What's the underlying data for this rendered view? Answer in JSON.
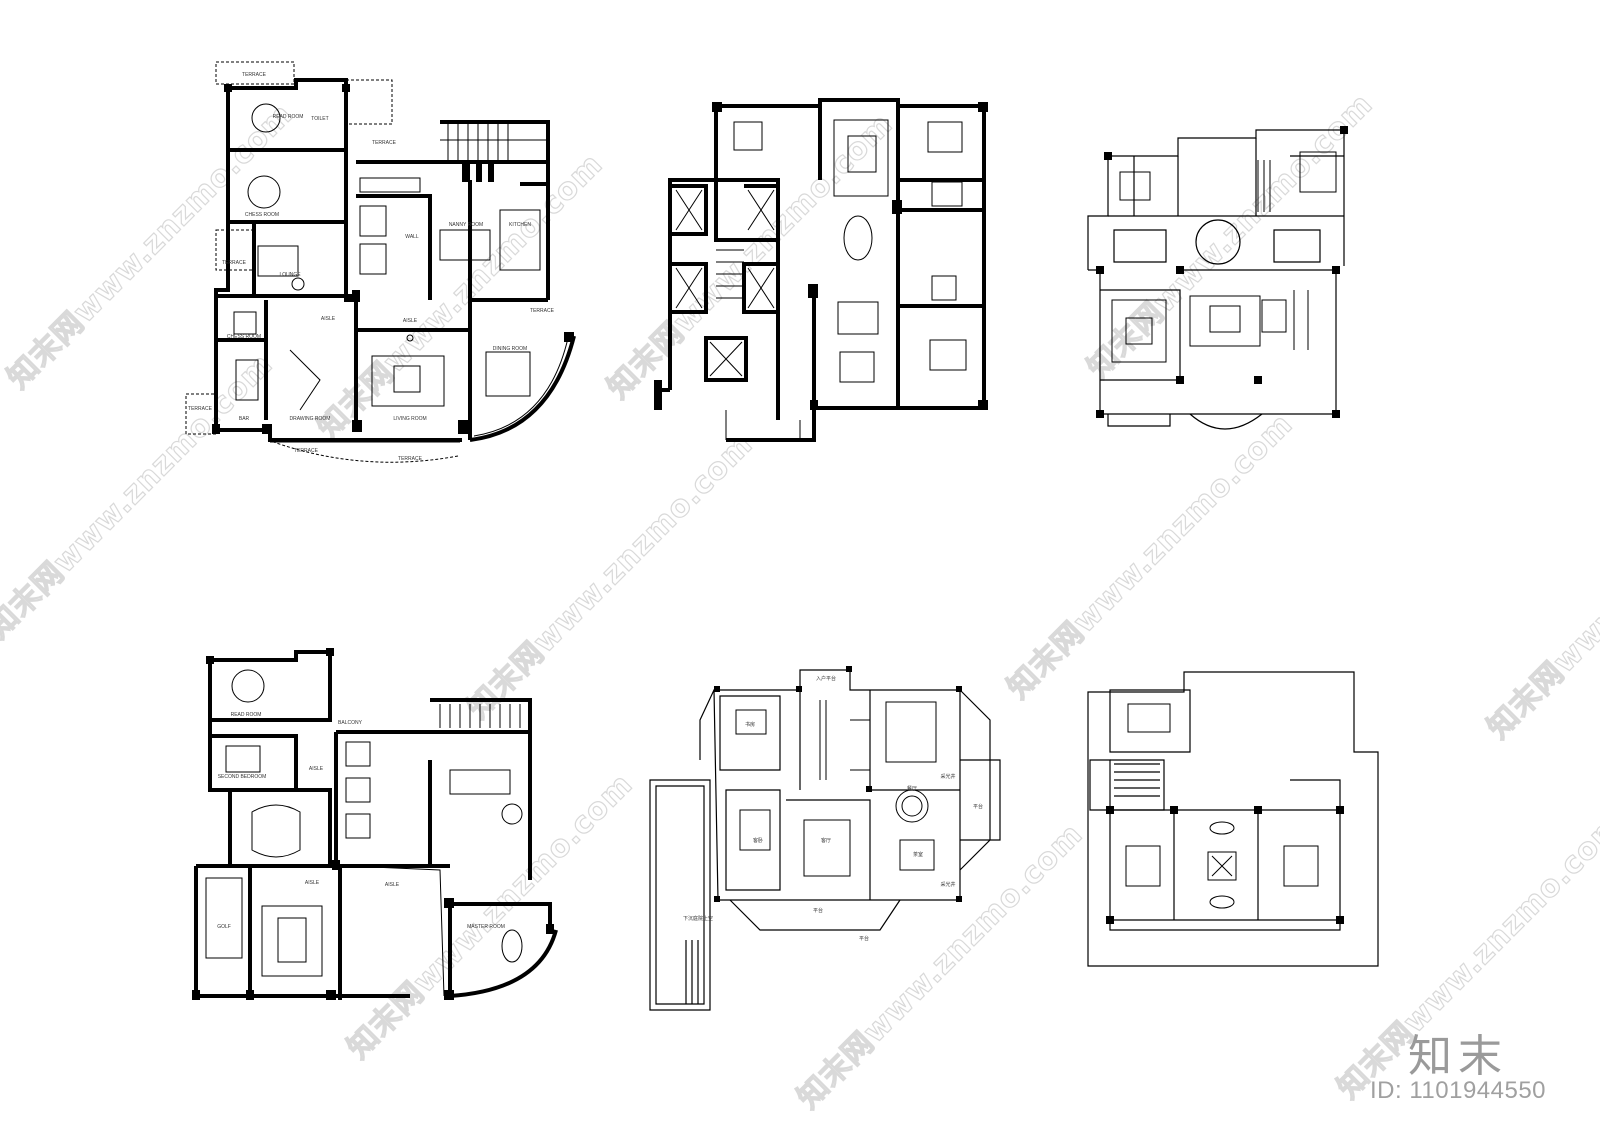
{
  "watermark": {
    "text": "知末网www.znzmo.com",
    "color": "#d9d9d9"
  },
  "brand": {
    "logo_text": "知末",
    "id_text": "ID: 1101944550"
  },
  "plans": {
    "plan1": {
      "labels": [
        "TERRACE",
        "READ ROOM",
        "TOILET",
        "TERRACE",
        "CHESS ROOM",
        "WALL",
        "NANNY ROOM",
        "KITCHEN",
        "TERRACE",
        "LOUNGE",
        "AISLE",
        "TERRACE",
        "CHESS ROOM",
        "AISLE",
        "DINING ROOM",
        "BAR",
        "TERRACE",
        "DRAWING ROOM",
        "LIVING ROOM",
        "TERRACE",
        "TERRACE"
      ]
    },
    "plan4": {
      "labels": [
        "READ ROOM",
        "SECOND BEDROOM",
        "BALCONY",
        "AISLE",
        "GOLF",
        "AISLE",
        "MASTER ROOM",
        "AISLE"
      ]
    },
    "plan5": {
      "labels": [
        "入户平台",
        "书房",
        "客厅",
        "平台",
        "下沉庭院上空",
        "餐厅",
        "客卧",
        "平台",
        "采光井",
        "采光井",
        "茶室",
        "平台"
      ]
    }
  },
  "colors": {
    "wall": "#000000",
    "line": "#333333",
    "brand_gray": "#9a9a9a"
  }
}
